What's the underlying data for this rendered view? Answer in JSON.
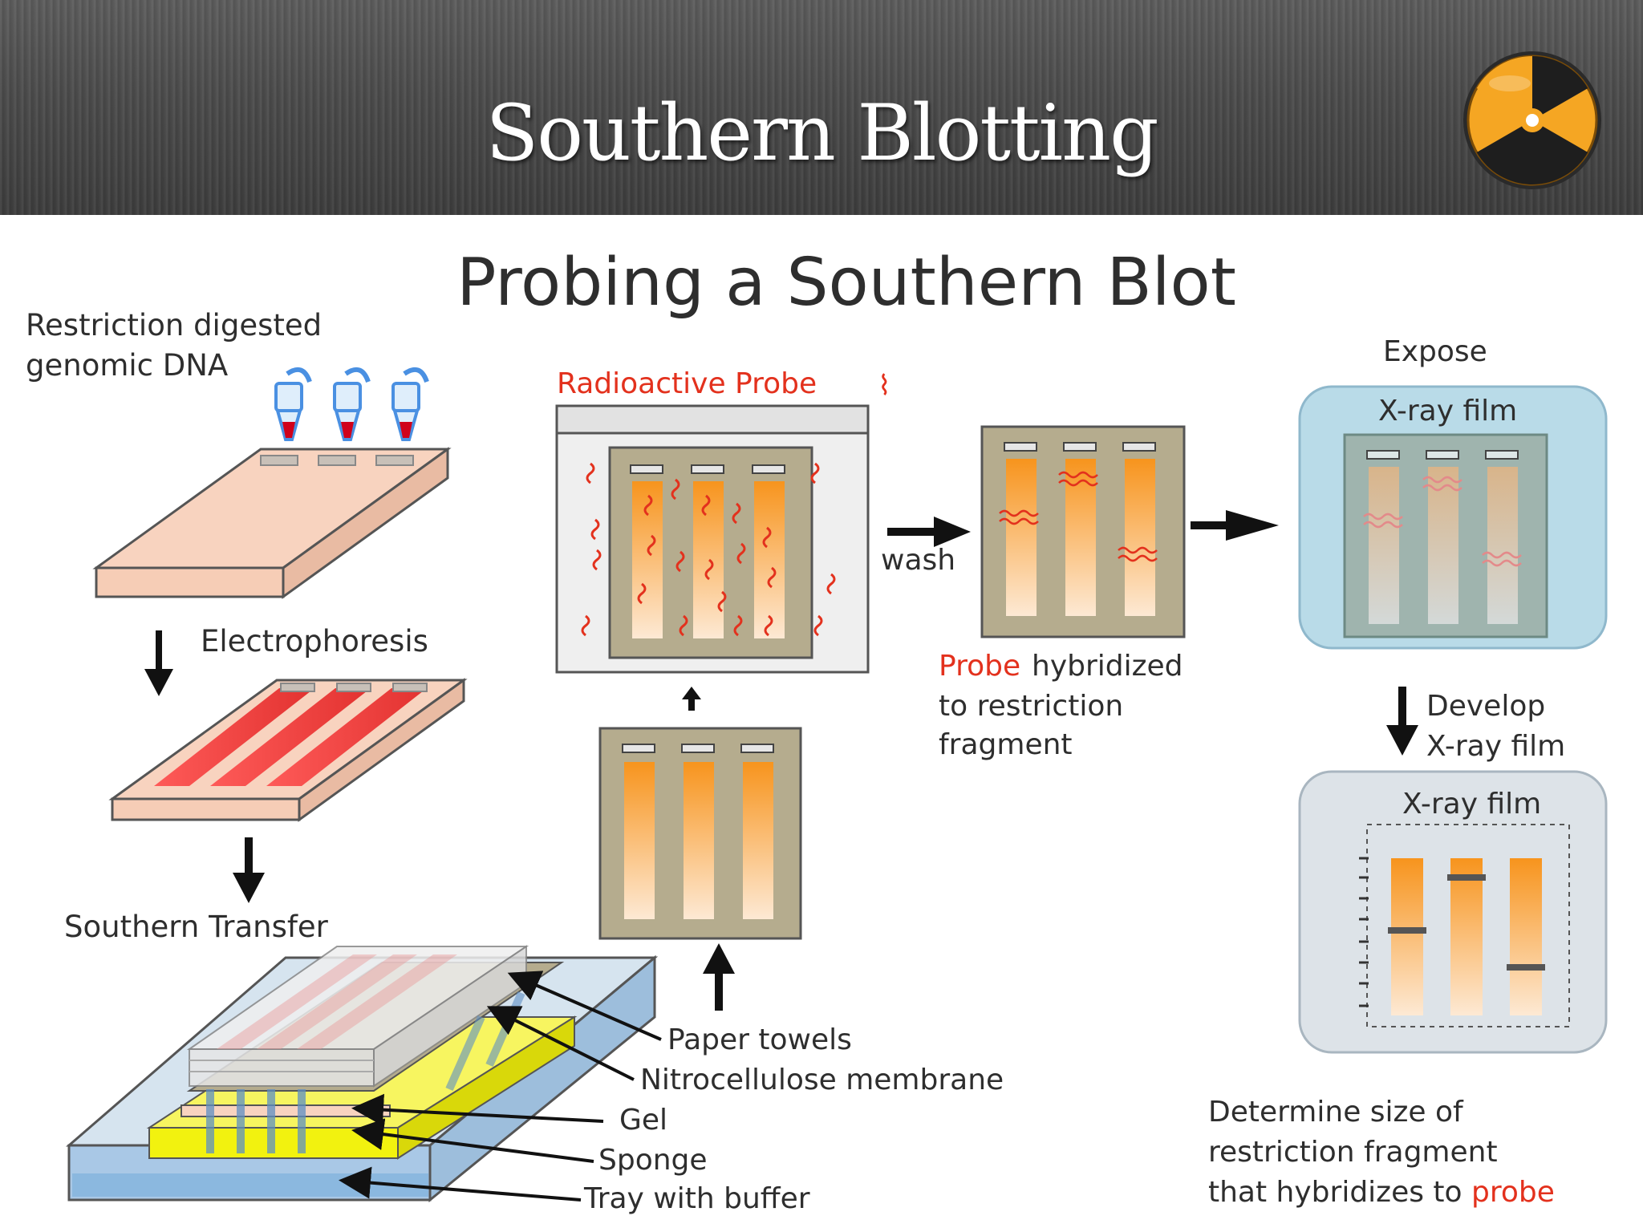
{
  "header": {
    "title": "Southern Blotting",
    "badge_icon": "radiation-icon",
    "colors": {
      "badge_yellow": "#f5a623",
      "badge_dark": "#1e1e1e"
    }
  },
  "diagram": {
    "title": "Probing a Southern Blot",
    "step_dna_line1": "Restriction digested",
    "step_dna_line2": "genomic DNA",
    "electrophoresis": "Electrophoresis",
    "southern_transfer": "Southern Transfer",
    "radioactive_probe": "Radioactive Probe",
    "probe_symbol": "⌇",
    "wash": "wash",
    "hybridized_highlight": "Probe",
    "hybridized_rest": " hybridized",
    "hybridized_line2": "to restriction",
    "hybridized_line3": "fragment",
    "expose": "Expose",
    "xray_film_1": "X-ray film",
    "develop_line1": "Develop",
    "develop_line2": "X-ray film",
    "xray_film_2": "X-ray film",
    "determine_line1": "Determine size of",
    "determine_line2": "restriction fragment",
    "determine_line3_prefix": "that hybridizes to ",
    "determine_line3_highlight": "probe",
    "transfer_labels": [
      "Paper towels",
      "Nitrocellulose membrane",
      "Gel",
      "Sponge",
      "Tray with buffer"
    ],
    "colors": {
      "text": "#2e2e2e",
      "red": "#e3311d",
      "orange": "#f7941d",
      "membrane": "#b5ac8e",
      "film_bg": "#b9dbe8",
      "sponge": "#f2f20f"
    }
  }
}
